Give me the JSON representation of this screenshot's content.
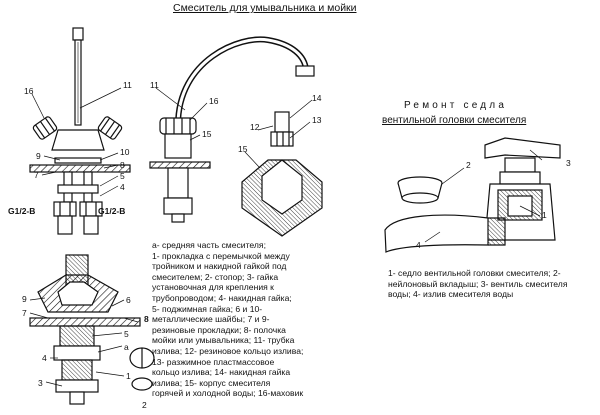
{
  "left_title": "Смеситель для умывальника и мойки",
  "right_title_line1": "Ремонт седла",
  "right_title_line2": "вентильной головки смесителя",
  "thread_label_left": "G1/2-B",
  "thread_label_right": "G1/2-B",
  "left_caption": [
    "а- средняя часть смесителя;",
    "1- прокладка с перемычкой между",
    "тройником и накидной гайкой под",
    "смесителем; 2- стопор; 3- гайка",
    "установочная для крепления к",
    "трубопроводом; 4- накидная гайка;",
    "5- поджимная гайка; 6 и 10-",
    "металлические шайбы; 7 и 9-",
    "резиновые прокладки; 8- полочка",
    "мойки или умывальника; 11- трубка",
    "излива; 12- резиновое кольцо излива;",
    "13- разжимное пластмассовое",
    "кольцо излива; 14- накидная гайка",
    "излива; 15- корпус смесителя",
    "горячей и холодной воды; 16-маховик"
  ],
  "right_caption": [
    "1- седло вентильной головки смесителя; 2-",
    "нейлоновый вкладыш; 3- вентиль смесителя",
    "воды; 4- излив смесителя воды"
  ],
  "labels": {
    "n16a": "16",
    "n11a": "11",
    "n9a": "9",
    "n10a": "10",
    "n7a": "7",
    "n8a": "8",
    "n5a": "5",
    "n4a": "4",
    "n11b": "11",
    "n16b": "16",
    "n15a": "15",
    "n14": "14",
    "n12": "12",
    "n13": "13",
    "n15b": "15",
    "n9b": "9",
    "n7b": "7",
    "n6": "6",
    "n8b": "8",
    "n5b": "5",
    "n4b": "4",
    "n3": "3",
    "n1": "1",
    "n2a": "2",
    "a": "а",
    "r2": "2",
    "r3": "3",
    "r1": "1",
    "r4": "4"
  }
}
